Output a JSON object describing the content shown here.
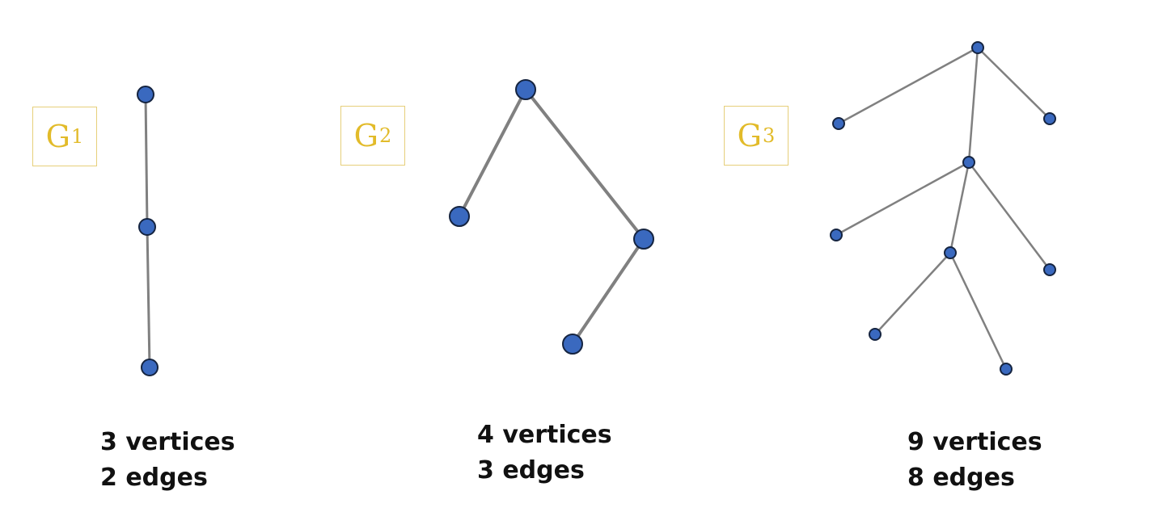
{
  "graphs": [
    {
      "label_letter": "G",
      "label_subscript": "1",
      "vertices_text": "3 vertices",
      "edges_text": "2 edges",
      "edge_list": [
        [
          0,
          1
        ],
        [
          1,
          2
        ]
      ]
    },
    {
      "label_letter": "G",
      "label_subscript": "2",
      "vertices_text": "4 vertices",
      "edges_text": "3 edges",
      "edge_list": [
        [
          0,
          1
        ],
        [
          0,
          2
        ],
        [
          2,
          3
        ]
      ]
    },
    {
      "label_letter": "G",
      "label_subscript": "3",
      "vertices_text": "9 vertices",
      "edges_text": "8 edges",
      "edge_list": [
        [
          0,
          1
        ],
        [
          0,
          2
        ],
        [
          0,
          3
        ],
        [
          3,
          4
        ],
        [
          3,
          5
        ],
        [
          3,
          6
        ],
        [
          6,
          7
        ],
        [
          6,
          8
        ]
      ]
    }
  ],
  "colors": {
    "node_fill": "#3a69bf",
    "node_stroke": "#152440",
    "edge": "#808080",
    "label": "#e2bb2a",
    "label_border": "#e6cf7a",
    "caption": "#111111"
  }
}
